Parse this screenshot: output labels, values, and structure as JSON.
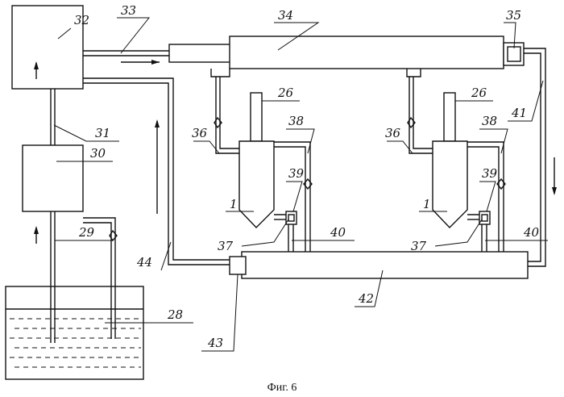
{
  "caption": "Фиг. 6",
  "labels": {
    "l32": "32",
    "l33": "33",
    "l34": "34",
    "l35": "35",
    "l26a": "26",
    "l26b": "26",
    "l36a": "36",
    "l36b": "36",
    "l38a": "38",
    "l38b": "38",
    "l41": "41",
    "l30": "30",
    "l31": "31",
    "l39a": "39",
    "l39b": "39",
    "l1a": "1",
    "l1b": "1",
    "l37a": "37",
    "l37b": "37",
    "l40a": "40",
    "l40b": "40",
    "l29": "29",
    "l44": "44",
    "l28": "28",
    "l43": "43",
    "l42": "42"
  }
}
